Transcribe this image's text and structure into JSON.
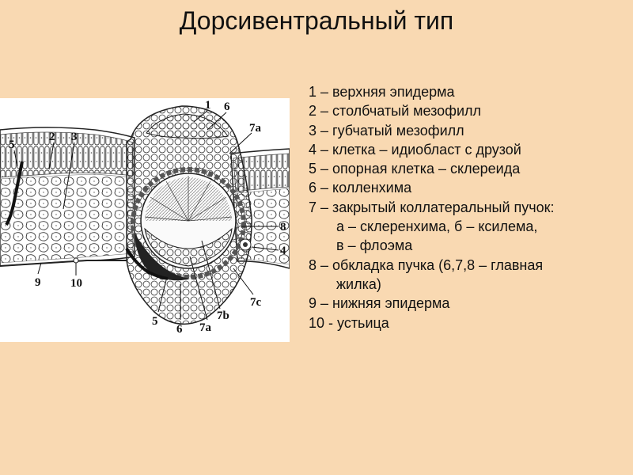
{
  "title": "Дорсивентральный тип",
  "figure_labels": {
    "l1": "1",
    "l6_top": "6",
    "l7a_top": "7a",
    "l5_left": "5",
    "l2": "2",
    "l3": "3",
    "l8": "8",
    "l4": "4",
    "l7c": "7c",
    "l9": "9",
    "l10": "10",
    "l7b": "7b",
    "l5_bottom": "5",
    "l6_bottom": "6",
    "l7a_bottom": "7a"
  },
  "legend": [
    "1 – верхняя эпидерма",
    "2 – столбчатый мезофилл",
    "3 – губчатый мезофилл",
    "4 – клетка – идиобласт с друзой",
    "5 – опорная клетка – склереида",
    "6 – колленхима",
    "7 – закрытый коллатеральный пучок:",
    "а – склеренхима, б – ксилема,",
    "в – флоэма",
    "8 – обкладка пучка (6,7,8 – главная",
    "жилка)",
    "9 – нижняя эпидерма",
    "10 - устьица"
  ]
}
